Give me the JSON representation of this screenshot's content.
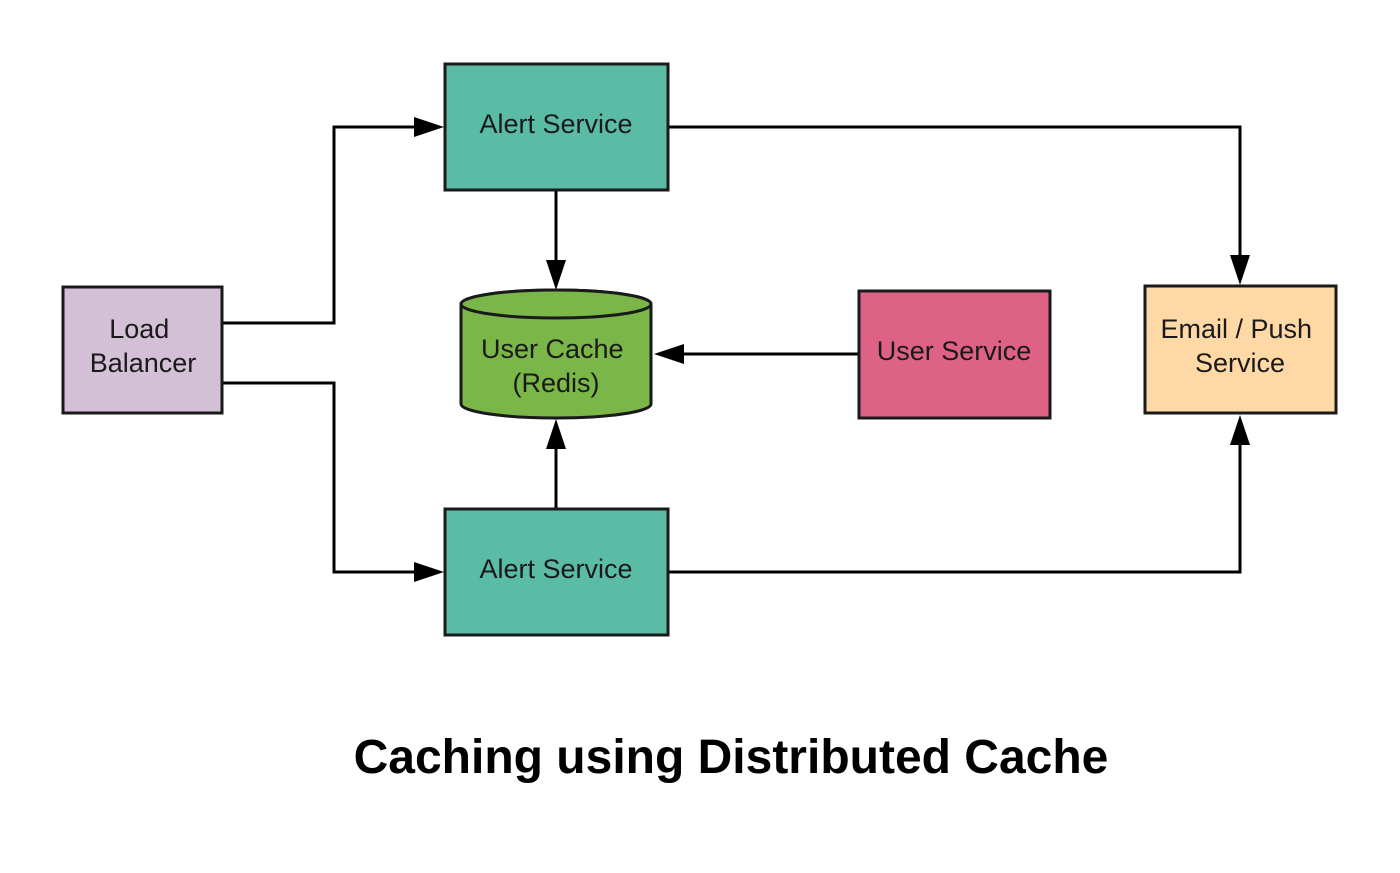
{
  "title": "Caching using Distributed Cache",
  "nodes": {
    "load_balancer": {
      "lines": [
        "Load",
        "Balancer"
      ],
      "color": "#d3bfd6"
    },
    "alert_service_top": {
      "lines": [
        "Alert Service"
      ],
      "color": "#5bbca6"
    },
    "alert_service_bottom": {
      "lines": [
        "Alert Service"
      ],
      "color": "#5bbca6"
    },
    "user_cache": {
      "lines": [
        "User Cache",
        "(Redis)"
      ],
      "color": "#7ab648"
    },
    "user_service": {
      "lines": [
        "User Service"
      ],
      "color": "#dd6285"
    },
    "email_push_service": {
      "lines": [
        "Email / Push",
        "Service"
      ],
      "color": "#fed9a5"
    }
  },
  "edges": [
    {
      "from": "load_balancer",
      "to": "alert_service_top"
    },
    {
      "from": "load_balancer",
      "to": "alert_service_bottom"
    },
    {
      "from": "alert_service_top",
      "to": "user_cache"
    },
    {
      "from": "alert_service_bottom",
      "to": "user_cache"
    },
    {
      "from": "user_service",
      "to": "user_cache"
    },
    {
      "from": "alert_service_top",
      "to": "email_push_service"
    },
    {
      "from": "alert_service_bottom",
      "to": "email_push_service"
    }
  ]
}
